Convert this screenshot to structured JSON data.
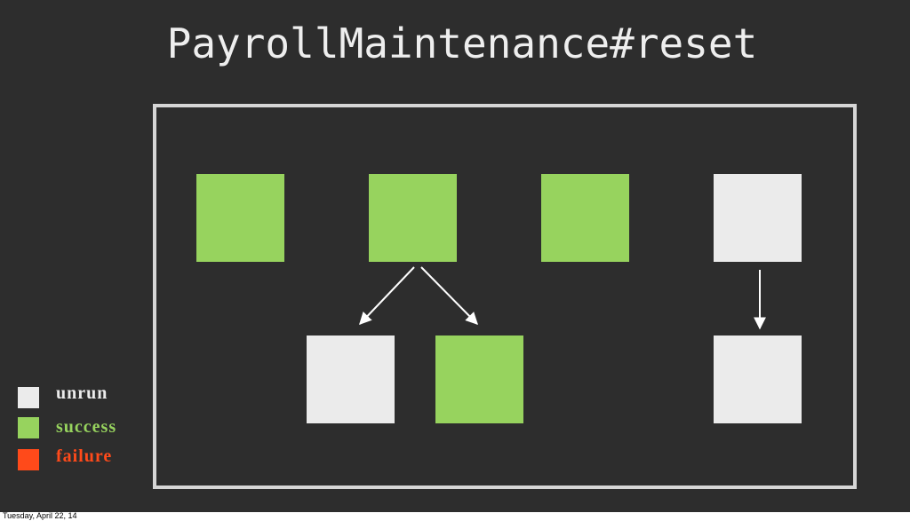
{
  "slide": {
    "title": "PayrollMaintenance#reset",
    "background": "#2d2d2d",
    "frame_color": "#d6d6d6"
  },
  "colors": {
    "unrun": "#ebebeb",
    "success": "#97d35e",
    "failure": "#ff4a1a",
    "arrow": "#ffffff"
  },
  "nodes": [
    {
      "id": "n1",
      "status": "success"
    },
    {
      "id": "n2",
      "status": "success"
    },
    {
      "id": "n3",
      "status": "success"
    },
    {
      "id": "n4",
      "status": "unrun"
    },
    {
      "id": "n5",
      "status": "unrun"
    },
    {
      "id": "n6",
      "status": "success"
    },
    {
      "id": "n7",
      "status": "unrun"
    }
  ],
  "edges": [
    {
      "from": "n2",
      "to": "n5"
    },
    {
      "from": "n2",
      "to": "n6"
    },
    {
      "from": "n4",
      "to": "n7"
    }
  ],
  "legend": [
    {
      "label": "unrun",
      "status": "unrun",
      "label_color": "#ebebeb"
    },
    {
      "label": "success",
      "status": "success",
      "label_color": "#97d35e"
    },
    {
      "label": "failure",
      "status": "failure",
      "label_color": "#ff4a1a"
    }
  ],
  "footer": {
    "date": "Tuesday, April 22, 14"
  }
}
